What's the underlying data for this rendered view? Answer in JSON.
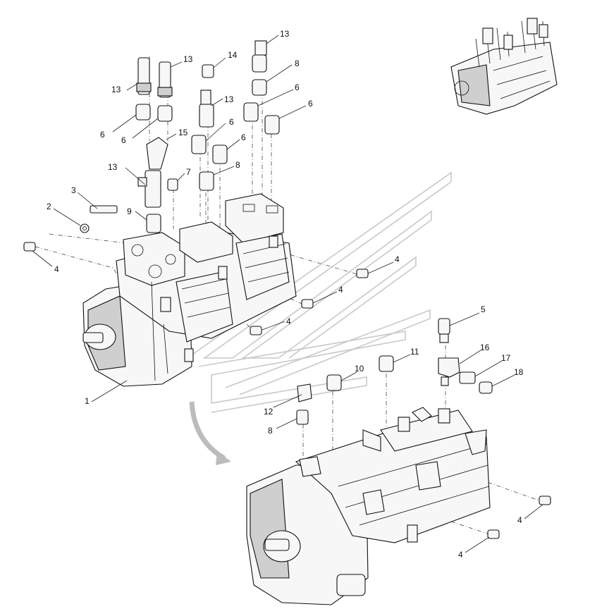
{
  "diagram": {
    "callouts": [
      {
        "id": "c1",
        "label": "1"
      },
      {
        "id": "c2",
        "label": "2"
      },
      {
        "id": "c3",
        "label": "3"
      },
      {
        "id": "c4a",
        "label": "4"
      },
      {
        "id": "c4b",
        "label": "4"
      },
      {
        "id": "c4c",
        "label": "4"
      },
      {
        "id": "c4d",
        "label": "4"
      },
      {
        "id": "c4e",
        "label": "4"
      },
      {
        "id": "c4f",
        "label": "4"
      },
      {
        "id": "c5",
        "label": "5"
      },
      {
        "id": "c6a",
        "label": "6"
      },
      {
        "id": "c6b",
        "label": "6"
      },
      {
        "id": "c6c",
        "label": "6"
      },
      {
        "id": "c6d",
        "label": "6"
      },
      {
        "id": "c6e",
        "label": "6"
      },
      {
        "id": "c6f",
        "label": "6"
      },
      {
        "id": "c7",
        "label": "7"
      },
      {
        "id": "c8a",
        "label": "8"
      },
      {
        "id": "c8b",
        "label": "8"
      },
      {
        "id": "c8c",
        "label": "8"
      },
      {
        "id": "c9",
        "label": "9"
      },
      {
        "id": "c10",
        "label": "10"
      },
      {
        "id": "c11",
        "label": "11"
      },
      {
        "id": "c12",
        "label": "12"
      },
      {
        "id": "c13a",
        "label": "13"
      },
      {
        "id": "c13b",
        "label": "13"
      },
      {
        "id": "c13c",
        "label": "13"
      },
      {
        "id": "c13d",
        "label": "13"
      },
      {
        "id": "c13e",
        "label": "13"
      },
      {
        "id": "c14",
        "label": "14"
      },
      {
        "id": "c15",
        "label": "15"
      },
      {
        "id": "c16",
        "label": "16"
      },
      {
        "id": "c17",
        "label": "17"
      },
      {
        "id": "c18",
        "label": "18"
      }
    ]
  }
}
